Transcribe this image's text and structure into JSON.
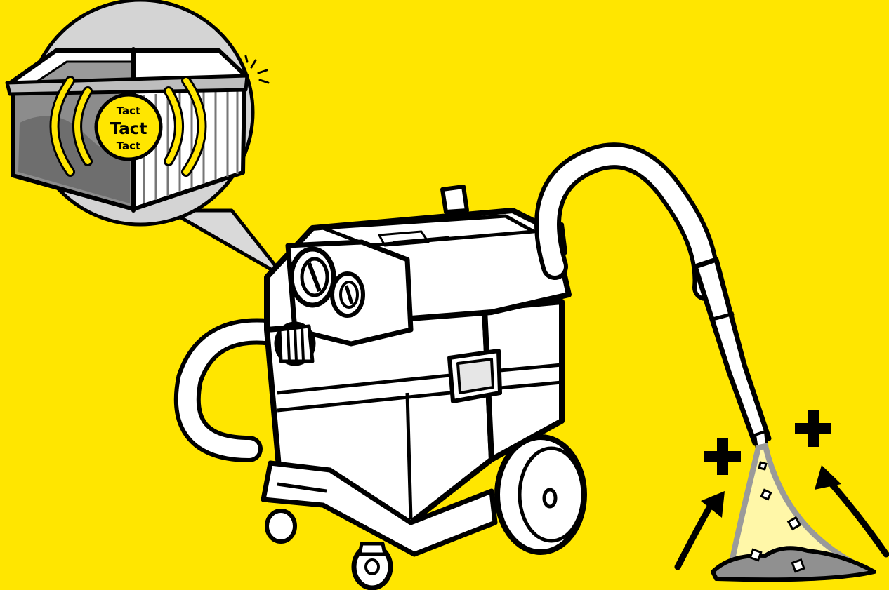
{
  "background_color": "#FFE600",
  "ink_color": "#000000",
  "magnifier": {
    "badge_lines": [
      "Tact",
      "Tact",
      "Tact"
    ],
    "badge_color": "#FFE600",
    "wave_color": "#FFE600",
    "icons": [
      "filter-box-icon",
      "pulse-wave-icon",
      "sparkle-icon"
    ]
  },
  "illustration": {
    "icons": [
      "vacuum-cleaner-icon",
      "suction-hose-icon",
      "plus-icon",
      "arrow-up-icon",
      "dust-pile-icon"
    ]
  }
}
